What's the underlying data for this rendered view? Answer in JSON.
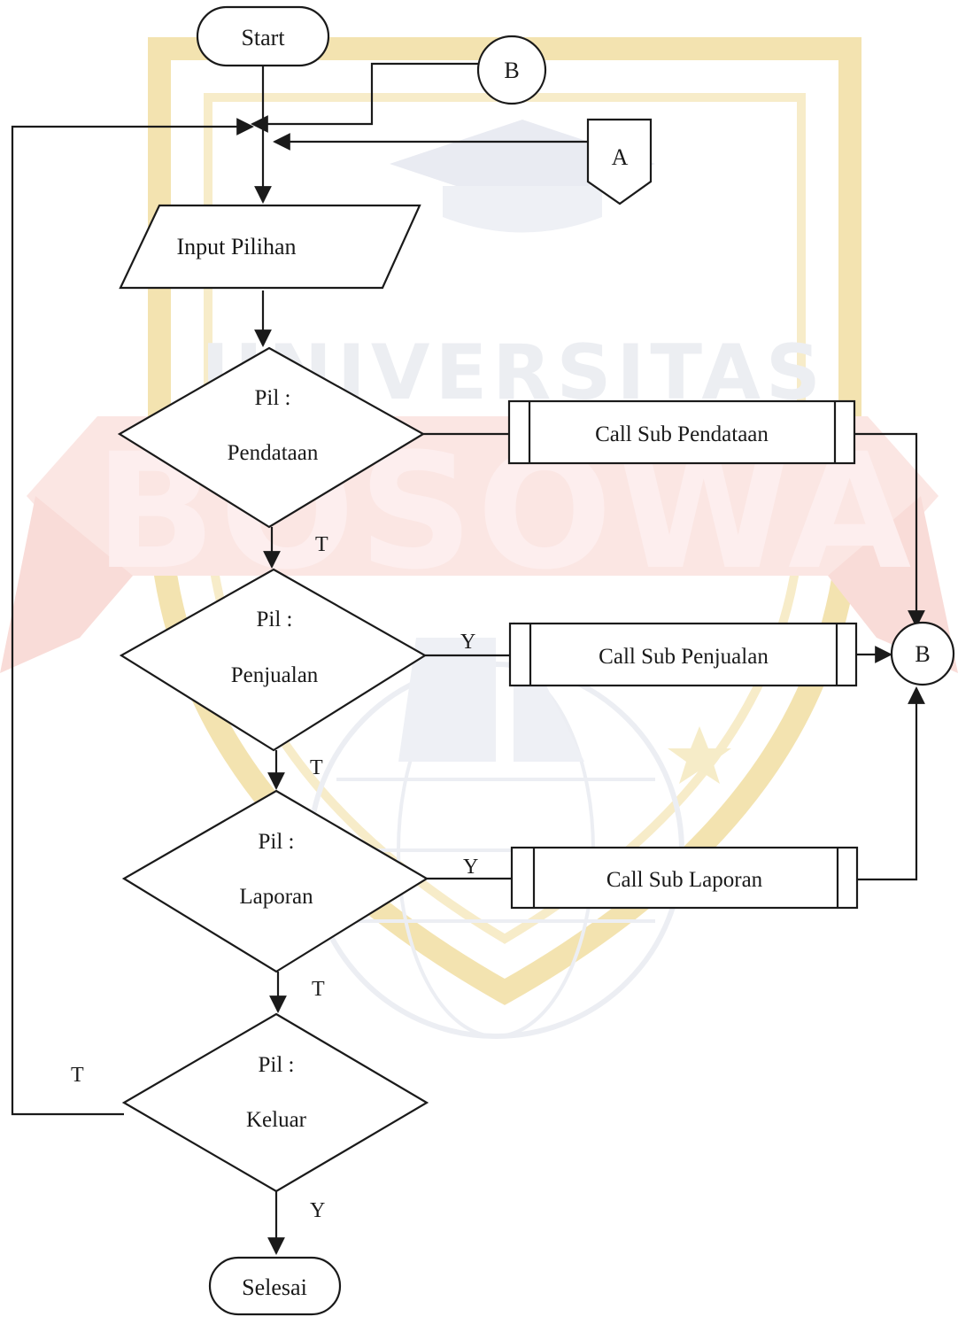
{
  "watermark": {
    "line1": "UNIVERSITAS",
    "line2": "BOSOWA",
    "colors": {
      "gold": "#f3e3b0",
      "red": "#f6d3d0",
      "blue": "#d7dce9"
    }
  },
  "terminals": {
    "start": "Start",
    "end": "Selesai"
  },
  "connectors": {
    "b_top": "B",
    "a_offpage": "A",
    "b_right": "B"
  },
  "input": {
    "label": "Input Pilihan"
  },
  "decisions": [
    {
      "line1": "Pil :",
      "line2": "Pendataan"
    },
    {
      "line1": "Pil :",
      "line2": "Penjualan"
    },
    {
      "line1": "Pil :",
      "line2": "Laporan"
    },
    {
      "line1": "Pil :",
      "line2": "Keluar"
    }
  ],
  "subroutines": [
    {
      "label": "Call Sub Pendataan"
    },
    {
      "label": "Call Sub Penjualan"
    },
    {
      "label": "Call Sub Laporan"
    }
  ],
  "flow_labels": {
    "pendataan_no": "T",
    "penjualan_yes": "Y",
    "penjualan_no": "T",
    "laporan_yes": "Y",
    "laporan_no": "T",
    "keluar_no": "T",
    "keluar_yes": "Y"
  }
}
